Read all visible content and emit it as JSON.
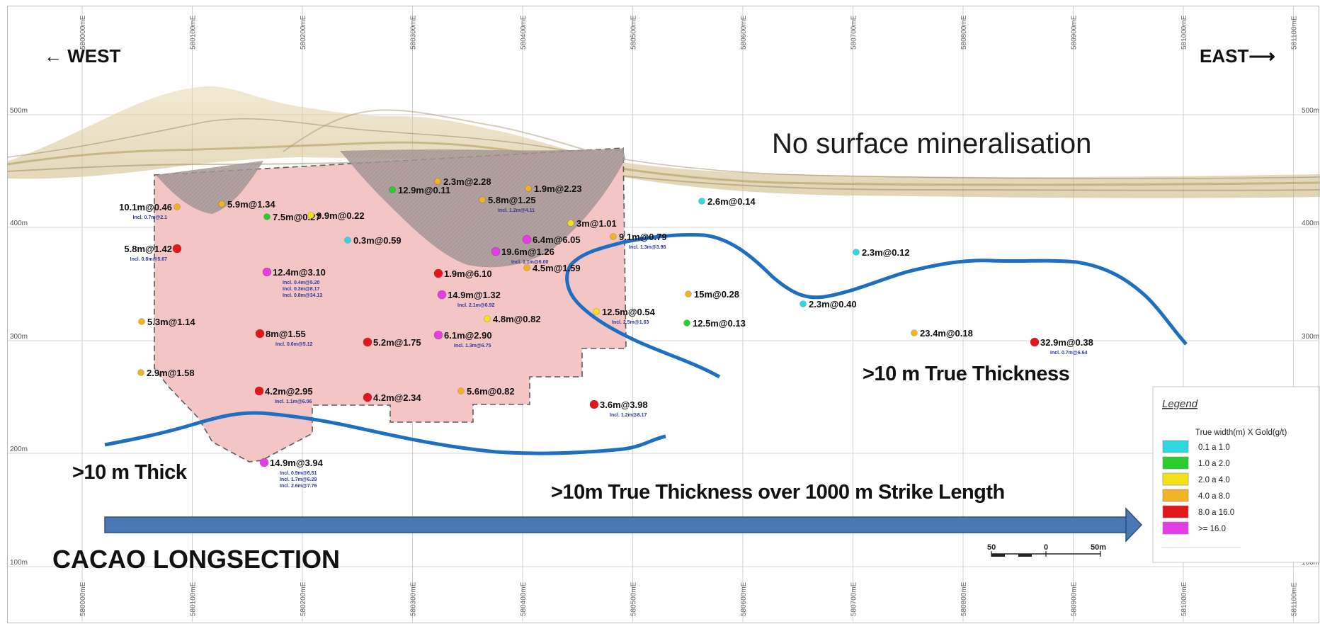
{
  "section_title": "CACAO LONGSECTION",
  "direction": {
    "west": "← WEST",
    "east": "EAST⟶"
  },
  "eastings": [
    "580000mE",
    "580100mE",
    "580200mE",
    "580300mE",
    "580400mE",
    "580500mE",
    "580600mE",
    "580700mE",
    "580800mE",
    "580900mE",
    "581000mE",
    "581100mE"
  ],
  "elevations": [
    "500m",
    "400m",
    "300m",
    "200m",
    "100m"
  ],
  "annotations": {
    "surface": "No surface mineralisation",
    "true_thickness_east": ">10 m True Thickness",
    "thick_west": ">10 m Thick",
    "strike": ">10m True Thickness over 1000 m Strike Length"
  },
  "colors": {
    "cyan": "#2fd7e3",
    "green": "#2ccc2c",
    "yellow": "#f3e21a",
    "orange": "#f1b326",
    "red": "#e3171b",
    "magenta": "#e23ee3",
    "resource_fill": "#f4c5c5",
    "blue_line": "#1f6fc0",
    "arrow": "#4a78b4"
  },
  "intercepts": [
    {
      "label": "10.1m@0.46",
      "incl": [
        "Incl. 0.7m@2.1"
      ],
      "color": "orange"
    },
    {
      "label": "5.9m@1.34",
      "incl": [],
      "color": "orange"
    },
    {
      "label": "7.5m@0.27",
      "incl": [],
      "color": "green"
    },
    {
      "label": "9.9m@0.22",
      "incl": [],
      "color": "yellow"
    },
    {
      "label": "12.9m@0.11",
      "incl": [],
      "color": "green"
    },
    {
      "label": "2.3m@2.28",
      "incl": [],
      "color": "orange"
    },
    {
      "label": "5.8m@1.25",
      "incl": [
        "Incl. 1.2m@4.11"
      ],
      "color": "orange"
    },
    {
      "label": "1.9m@2.23",
      "incl": [],
      "color": "orange"
    },
    {
      "label": "3m@1.01",
      "incl": [],
      "color": "yellow"
    },
    {
      "label": "9.1m@0.79",
      "incl": [
        "Incl. 1.3m@3.98"
      ],
      "color": "orange"
    },
    {
      "label": "2.6m@0.14",
      "incl": [],
      "color": "cyan"
    },
    {
      "label": "5.8m@1.42",
      "incl": [
        "Incl. 0.8m@5.67"
      ],
      "color": "red"
    },
    {
      "label": "0.3m@0.59",
      "incl": [],
      "color": "cyan"
    },
    {
      "label": "19.6m@1.26",
      "incl": [
        "Incl. 1.1m@6.00"
      ],
      "color": "magenta"
    },
    {
      "label": "6.4m@6.05",
      "incl": [],
      "color": "magenta"
    },
    {
      "label": "4.5m@1.59",
      "incl": [],
      "color": "orange"
    },
    {
      "label": "12.4m@3.10",
      "incl": [
        "Incl. 0.4m@5.20",
        "Incl. 0.3m@8.17",
        "Incl. 0.8m@34.13"
      ],
      "color": "magenta"
    },
    {
      "label": "1.9m@6.10",
      "incl": [],
      "color": "red"
    },
    {
      "label": "14.9m@1.32",
      "incl": [
        "Incl. 2.1m@6.92"
      ],
      "color": "magenta"
    },
    {
      "label": "4.8m@0.82",
      "incl": [],
      "color": "yellow"
    },
    {
      "label": "12.5m@0.54",
      "incl": [
        "Incl. 2.5m@1.63"
      ],
      "color": "yellow"
    },
    {
      "label": "15m@0.28",
      "incl": [],
      "color": "orange"
    },
    {
      "label": "12.5m@0.13",
      "incl": [],
      "color": "green"
    },
    {
      "label": "2.3m@0.12",
      "incl": [],
      "color": "cyan"
    },
    {
      "label": "2.3m@0.40",
      "incl": [],
      "color": "cyan"
    },
    {
      "label": "5.3m@1.14",
      "incl": [],
      "color": "orange"
    },
    {
      "label": "8m@1.55",
      "incl": [
        "Incl. 0.6m@5.12"
      ],
      "color": "red"
    },
    {
      "label": "5.2m@1.75",
      "incl": [],
      "color": "red"
    },
    {
      "label": "6.1m@2.90",
      "incl": [
        "Incl. 1.3m@6.75"
      ],
      "color": "magenta"
    },
    {
      "label": "23.4m@0.18",
      "incl": [],
      "color": "orange"
    },
    {
      "label": "32.9m@0.38",
      "incl": [
        "Incl. 0.7m@6.64"
      ],
      "color": "red"
    },
    {
      "label": "2.9m@1.58",
      "incl": [],
      "color": "orange"
    },
    {
      "label": "4.2m@2.95",
      "incl": [
        "Incl. 1.1m@6.06"
      ],
      "color": "red"
    },
    {
      "label": "4.2m@2.34",
      "incl": [],
      "color": "red"
    },
    {
      "label": "5.6m@0.82",
      "incl": [],
      "color": "orange"
    },
    {
      "label": "3.6m@3.98",
      "incl": [
        "Incl. 1.2m@8.17"
      ],
      "color": "red"
    },
    {
      "label": "14.9m@3.94",
      "incl": [
        "Incl. 0.9m@6.51",
        "Incl. 1.7m@6.29",
        "Incl. 2.6m@7.76"
      ],
      "color": "magenta"
    }
  ],
  "legend": {
    "title": "Legend",
    "subtitle": "True width(m) X Gold(g/t)",
    "items": [
      {
        "label": "0.1 a 1.0",
        "color": "cyan"
      },
      {
        "label": "1.0 a 2.0",
        "color": "green"
      },
      {
        "label": "2.0 a 4.0",
        "color": "yellow"
      },
      {
        "label": "4.0 a 8.0",
        "color": "orange"
      },
      {
        "label": "8.0 a 16.0",
        "color": "red"
      },
      {
        "label": ">= 16.0",
        "color": "magenta"
      }
    ]
  },
  "scale_bar": {
    "left": "50",
    "center": "0",
    "right": "50m"
  }
}
